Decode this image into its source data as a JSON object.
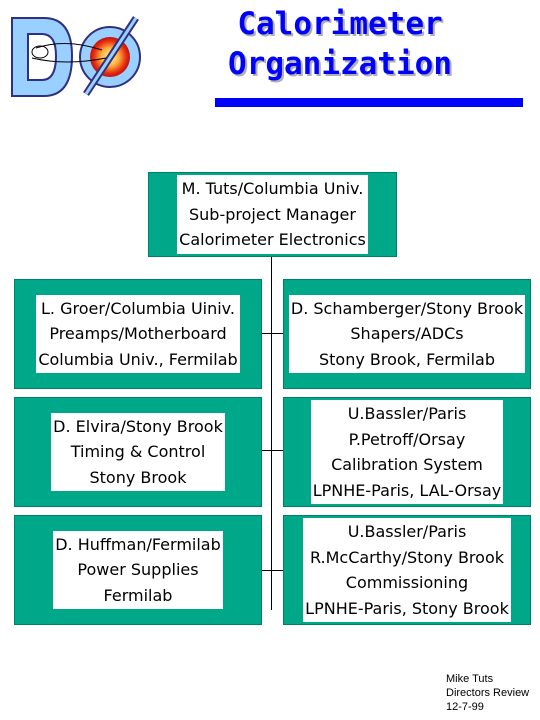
{
  "header": {
    "logo_text": "DØ",
    "title_line1": "Calorimeter",
    "title_line2": "Organization"
  },
  "top_box": {
    "lines": [
      "M. Tuts/Columbia Univ.",
      "Sub-project Manager",
      "Calorimeter Electronics"
    ]
  },
  "boxes": [
    {
      "lines": [
        "L. Groer/Columbia Uiniv.",
        "Preamps/Motherboard",
        "Columbia Univ., Fermilab"
      ]
    },
    {
      "lines": [
        "D. Schamberger/Stony Brook",
        "Shapers/ADCs",
        "Stony Brook, Fermilab"
      ]
    },
    {
      "lines": [
        "D. Elvira/Stony Brook",
        "Timing & Control",
        "Stony Brook"
      ]
    },
    {
      "lines": [
        "U.Bassler/Paris",
        "P.Petroff/Orsay",
        "Calibration System",
        "LPNHE-Paris, LAL-Orsay"
      ]
    },
    {
      "lines": [
        "D. Huffman/Fermilab",
        "Power Supplies",
        "Fermilab"
      ]
    },
    {
      "lines": [
        "U.Bassler/Paris",
        "R.McCarthy/Stony Brook",
        "Commissioning",
        "LPNHE-Paris, Stony Brook"
      ]
    }
  ],
  "footer": {
    "lines": [
      "Mike Tuts",
      "Directors Review",
      "12-7-99"
    ]
  },
  "colors": {
    "box_fill": "#00a88a",
    "title": "#0000ff",
    "title_rule": "#0000ff",
    "logo_fill": "#9ad0ff"
  }
}
